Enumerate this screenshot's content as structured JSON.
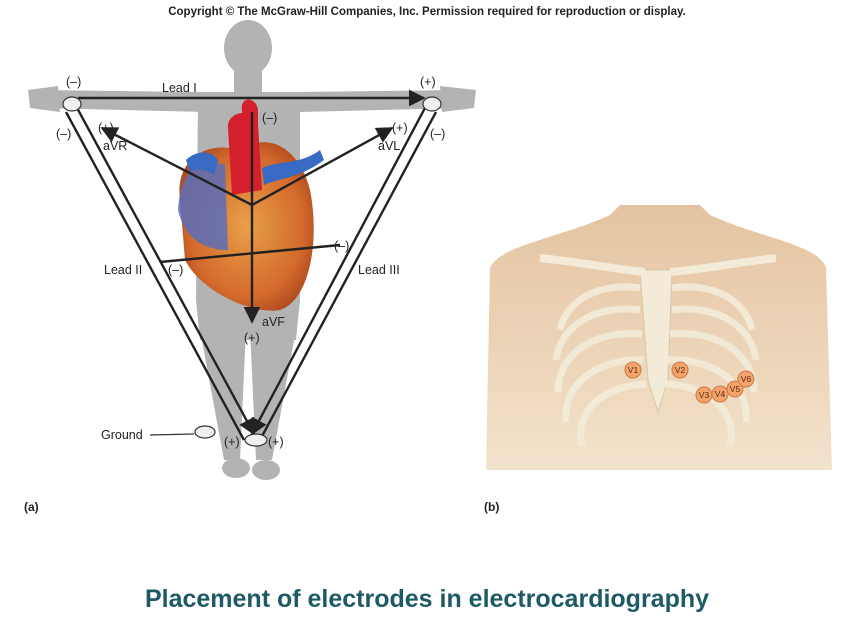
{
  "copyright": "Copyright © The McGraw-Hill Companies, Inc. Permission required for reproduction or display.",
  "panel_a": {
    "label": "(a)",
    "lead1": "Lead I",
    "lead2": "Lead II",
    "lead3": "Lead III",
    "avr": "aVR",
    "avl": "aVL",
    "avf": "aVF",
    "ground": "Ground",
    "minus": "(–)",
    "plus": "(+)"
  },
  "panel_b": {
    "label": "(b)",
    "electrodes": [
      "V1",
      "V2",
      "V3",
      "V4",
      "V5",
      "V6"
    ]
  },
  "caption": "Placement of electrodes in electrocardiography",
  "colors": {
    "caption": "#1d5a66",
    "body": "#b3b3b3",
    "electrode": "#f4a36b",
    "torso": "#e8cdb0"
  }
}
